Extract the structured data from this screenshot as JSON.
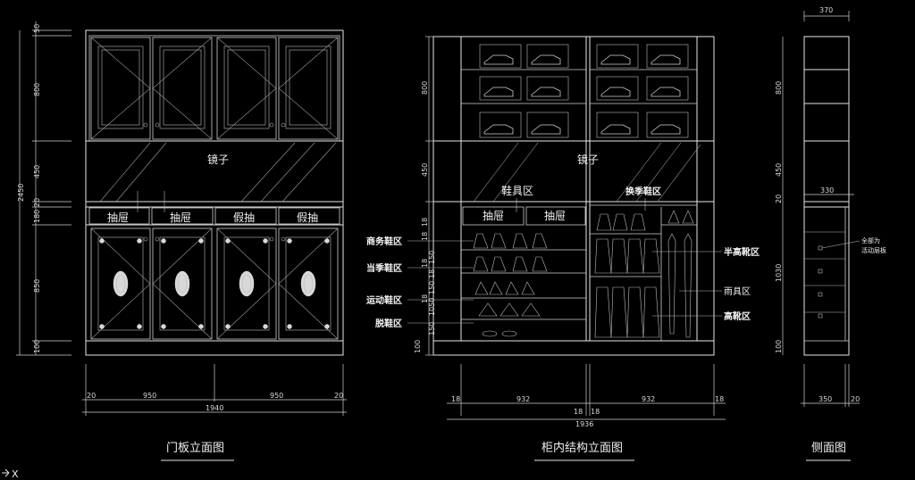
{
  "front_view": {
    "title": "门板立面图",
    "mirror_label": "镜子",
    "drawer_labels": [
      "抽屉",
      "抽屉",
      "假抽",
      "假抽"
    ],
    "vertical_dims": [
      "50",
      "800",
      "450",
      "2450",
      "20",
      "180",
      "850",
      "100"
    ],
    "horizontal_dims": [
      "20",
      "950",
      "950",
      "20"
    ],
    "total_width": "1940"
  },
  "structure_view": {
    "title": "柜内结构立面图",
    "mirror_label": "镜子",
    "shoe_area_label": "鞋具区",
    "change_shoe_label": "换季鞋区",
    "drawer_labels": [
      "抽屉",
      "抽屉"
    ],
    "left_zone_labels": [
      "商务鞋区",
      "当季鞋区",
      "运动鞋区",
      "脱鞋区"
    ],
    "right_zone_labels": [
      "半高靴区",
      "雨具区",
      "高靴区"
    ],
    "vertical_dims": [
      "800",
      "450",
      "18",
      "18",
      "150",
      "18",
      "18",
      "150",
      "18",
      "1050",
      "150",
      "100"
    ],
    "horizontal_dims": [
      "18",
      "932",
      "18",
      "18",
      "932",
      "18"
    ],
    "total_width": "1936"
  },
  "side_view": {
    "title": "侧面图",
    "top_dim": "370",
    "inner_dim": "330",
    "bottom_dims": [
      "350",
      "20"
    ],
    "vertical_dims": [
      "800",
      "450",
      "20",
      "1030",
      "100"
    ],
    "note_lines": [
      "全部为",
      "活动层板"
    ]
  },
  "ucs_label": "X",
  "colors": {
    "background": "#000000",
    "lines": "#e6e6e6",
    "text": "#f0f0f0"
  }
}
